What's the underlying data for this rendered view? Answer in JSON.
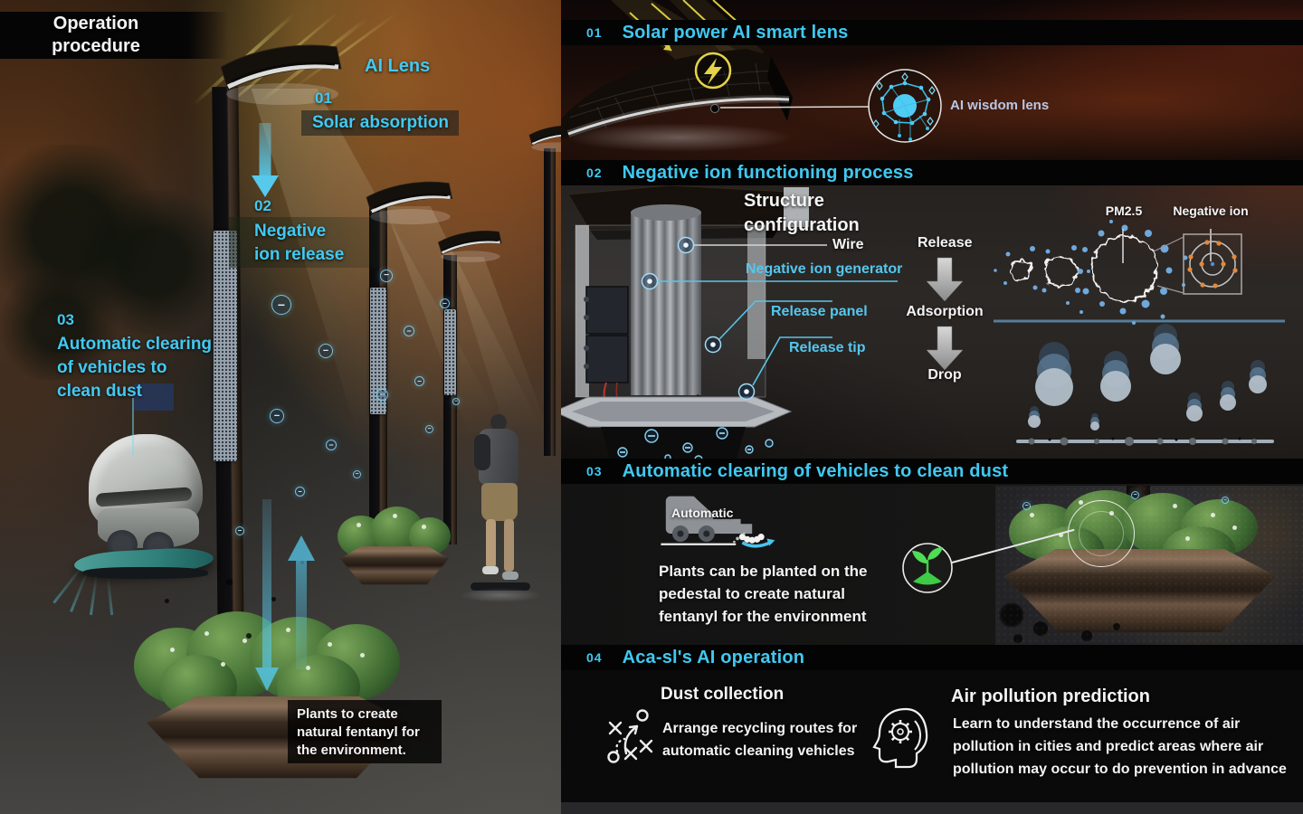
{
  "colors": {
    "accent": "#3fc9f1"
  },
  "left": {
    "banner_line1": "Operation",
    "banner_line2": "procedure",
    "ai_lens": "AI Lens",
    "step1_num": "01",
    "step1_label": "Solar absorption",
    "step2_num": "02",
    "step2_line1": "Negative",
    "step2_line2": "ion release",
    "step3_num": "03",
    "step3_line1": "Automatic clearing",
    "step3_line2": "of vehicles to",
    "step3_line3": "clean dust",
    "plants_line1": "Plants to create",
    "plants_line2": "natural fentanyl for",
    "plants_line3": "the environment."
  },
  "s1": {
    "num": "01",
    "title": "Solar power AI smart lens",
    "callout": "AI wisdom lens"
  },
  "s2": {
    "num": "02",
    "title": "Negative ion functioning process",
    "structure_line1": "Structure",
    "structure_line2": "configuration",
    "wire": "Wire",
    "generator": "Negative ion generator",
    "panel": "Release panel",
    "tip": "Release tip",
    "flow1": "Release",
    "flow2": "Adsorption",
    "flow3": "Drop",
    "pm": "PM2.5",
    "negative_ion": "Negative ion"
  },
  "s3": {
    "num": "03",
    "title": "Automatic clearing of vehicles to clean dust",
    "vehicle": "Automatic",
    "line1": "Plants can be planted on the",
    "line2": "pedestal to create natural",
    "line3": "fentanyl for the environment"
  },
  "s4": {
    "num": "04",
    "title": "Aca-sl's AI operation",
    "dust_heading": "Dust collection",
    "dust_line1": "Arrange recycling routes for",
    "dust_line2": "automatic cleaning vehicles",
    "air_heading": "Air pollution prediction",
    "air_line1": "Learn to understand the occurrence of air",
    "air_line2": "pollution in cities and predict areas where air",
    "air_line3": "pollution may occur to do prevention in advance"
  }
}
